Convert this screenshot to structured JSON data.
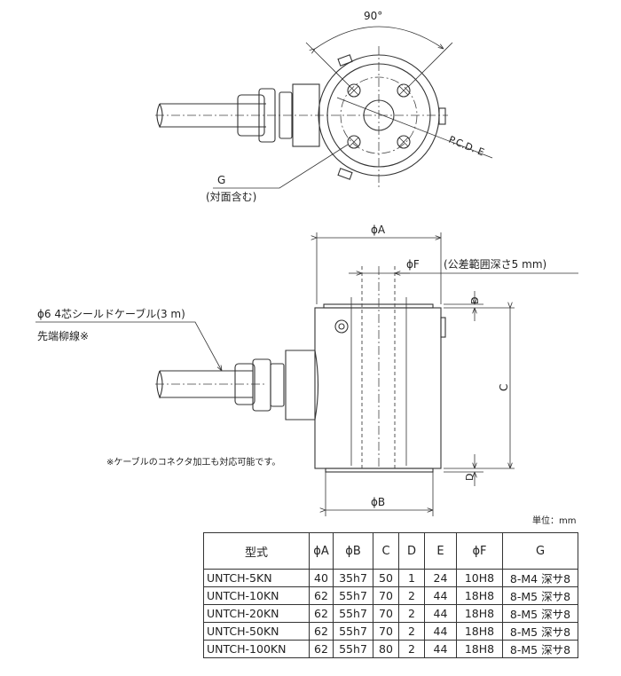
{
  "top_view": {
    "angle_label": "90°",
    "pcd_label": "P.C.D. E",
    "g_label": "G",
    "g_note": "(対面含む)"
  },
  "side_view": {
    "a_label": "ϕA",
    "f_label": "ϕF",
    "f_note": "(公差範囲深さ5 mm)",
    "d_label": "D",
    "c_label": "C",
    "b_label": "ϕB",
    "cable_label": "ϕ6 4芯シールドケーブル(3 m)",
    "cable_end": "先端柳線※",
    "connector_note": "※ケーブルのコネクタ加工も対応可能です。"
  },
  "unit": "単位：mm",
  "table": {
    "headers": [
      "型式",
      "ϕA",
      "ϕB",
      "C",
      "D",
      "E",
      "ϕF",
      "G"
    ],
    "rows": [
      [
        "UNTCH-5KN",
        "40",
        "35h7",
        "50",
        "1",
        "24",
        "10H8",
        "8-M4 深サ8"
      ],
      [
        "UNTCH-10KN",
        "62",
        "55h7",
        "70",
        "2",
        "44",
        "18H8",
        "8-M5 深サ8"
      ],
      [
        "UNTCH-20KN",
        "62",
        "55h7",
        "70",
        "2",
        "44",
        "18H8",
        "8-M5 深サ8"
      ],
      [
        "UNTCH-50KN",
        "62",
        "55h7",
        "70",
        "2",
        "44",
        "18H8",
        "8-M5 深サ8"
      ],
      [
        "UNTCH-100KN",
        "62",
        "55h7",
        "80",
        "2",
        "44",
        "18H8",
        "8-M5 深サ8"
      ]
    ]
  }
}
